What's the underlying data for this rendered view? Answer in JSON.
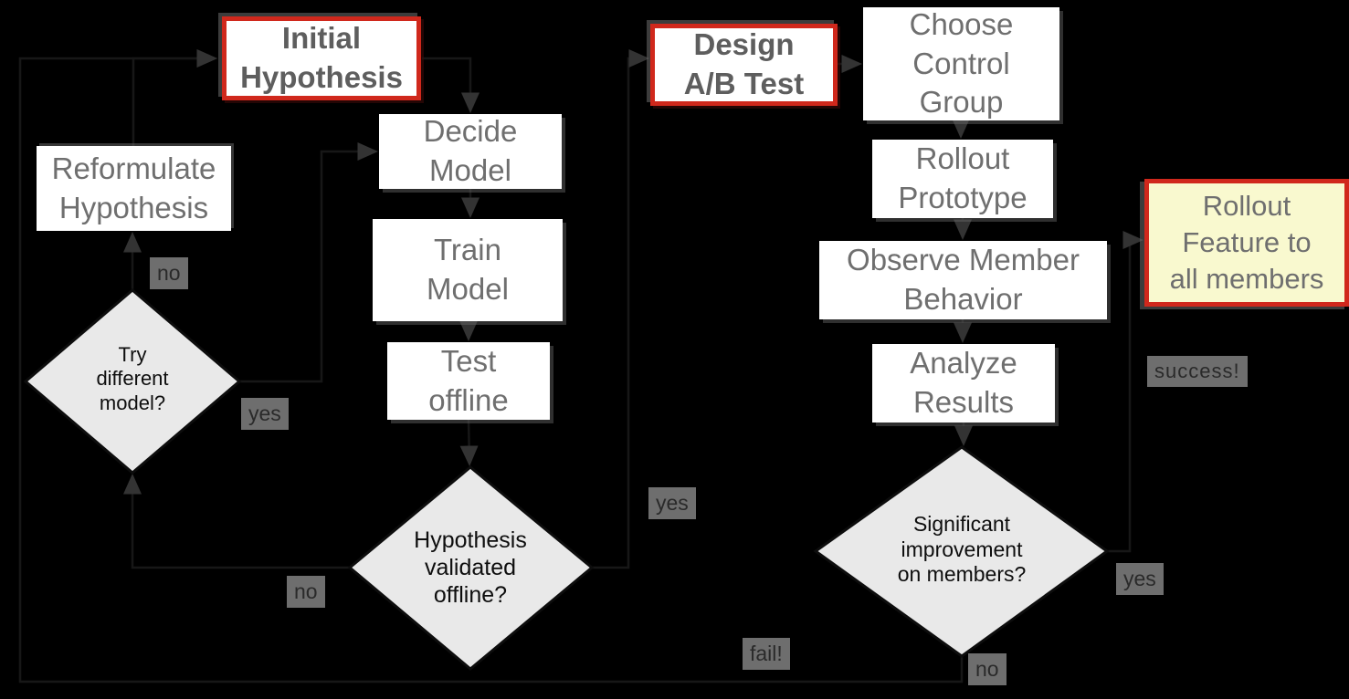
{
  "diagram": {
    "description": "A/B testing and model validation flowchart on black background",
    "colors": {
      "background": "#000000",
      "box_fill": "#ffffff",
      "box_text": "#6f6f6f",
      "highlight_border": "#d0281c",
      "highlight_text": "#5e5e5e",
      "terminal_fill": "#f9f9cf",
      "diamond_fill": "#e9e9e9",
      "diamond_text": "#0e0e0e",
      "edge_label_bg": "#6e6e6e",
      "edge_label_text": "#2a2a2a"
    }
  },
  "nodes": {
    "initial_hypothesis": {
      "text": "Initial\nHypothesis",
      "kind": "highlighted-process"
    },
    "reformulate_hypothesis": {
      "text": "Reformulate\nHypothesis",
      "kind": "process"
    },
    "decide_model": {
      "text": "Decide\nModel",
      "kind": "process"
    },
    "train_model": {
      "text": "Train\nModel",
      "kind": "process"
    },
    "test_offline": {
      "text": "Test\noffline",
      "kind": "process"
    },
    "design_ab_test": {
      "text": "Design\nA/B Test",
      "kind": "highlighted-process"
    },
    "choose_control_group": {
      "text": "Choose\nControl\nGroup",
      "kind": "process"
    },
    "rollout_prototype": {
      "text": "Rollout\nPrototype",
      "kind": "process"
    },
    "observe_member_behavior": {
      "text": "Observe Member\nBehavior",
      "kind": "process"
    },
    "analyze_results": {
      "text": "Analyze\nResults",
      "kind": "process"
    },
    "rollout_feature": {
      "text": "Rollout\nFeature to\nall members",
      "kind": "terminal"
    },
    "try_different_model": {
      "text": "Try\ndifferent\nmodel?",
      "kind": "decision"
    },
    "hypothesis_validated": {
      "text": "Hypothesis\nvalidated\noffline?",
      "kind": "decision"
    },
    "significant_improvement": {
      "text": "Significant\nimprovement\non members?",
      "kind": "decision"
    }
  },
  "edge_labels": {
    "try_no": {
      "text": "no"
    },
    "try_yes": {
      "text": "yes"
    },
    "validated_no": {
      "text": "no"
    },
    "validated_yes": {
      "text": "yes"
    },
    "improvement_yes": {
      "text": "yes"
    },
    "improvement_no": {
      "text": "no"
    },
    "fail": {
      "text": "fail!"
    },
    "success": {
      "text": "success!"
    }
  }
}
